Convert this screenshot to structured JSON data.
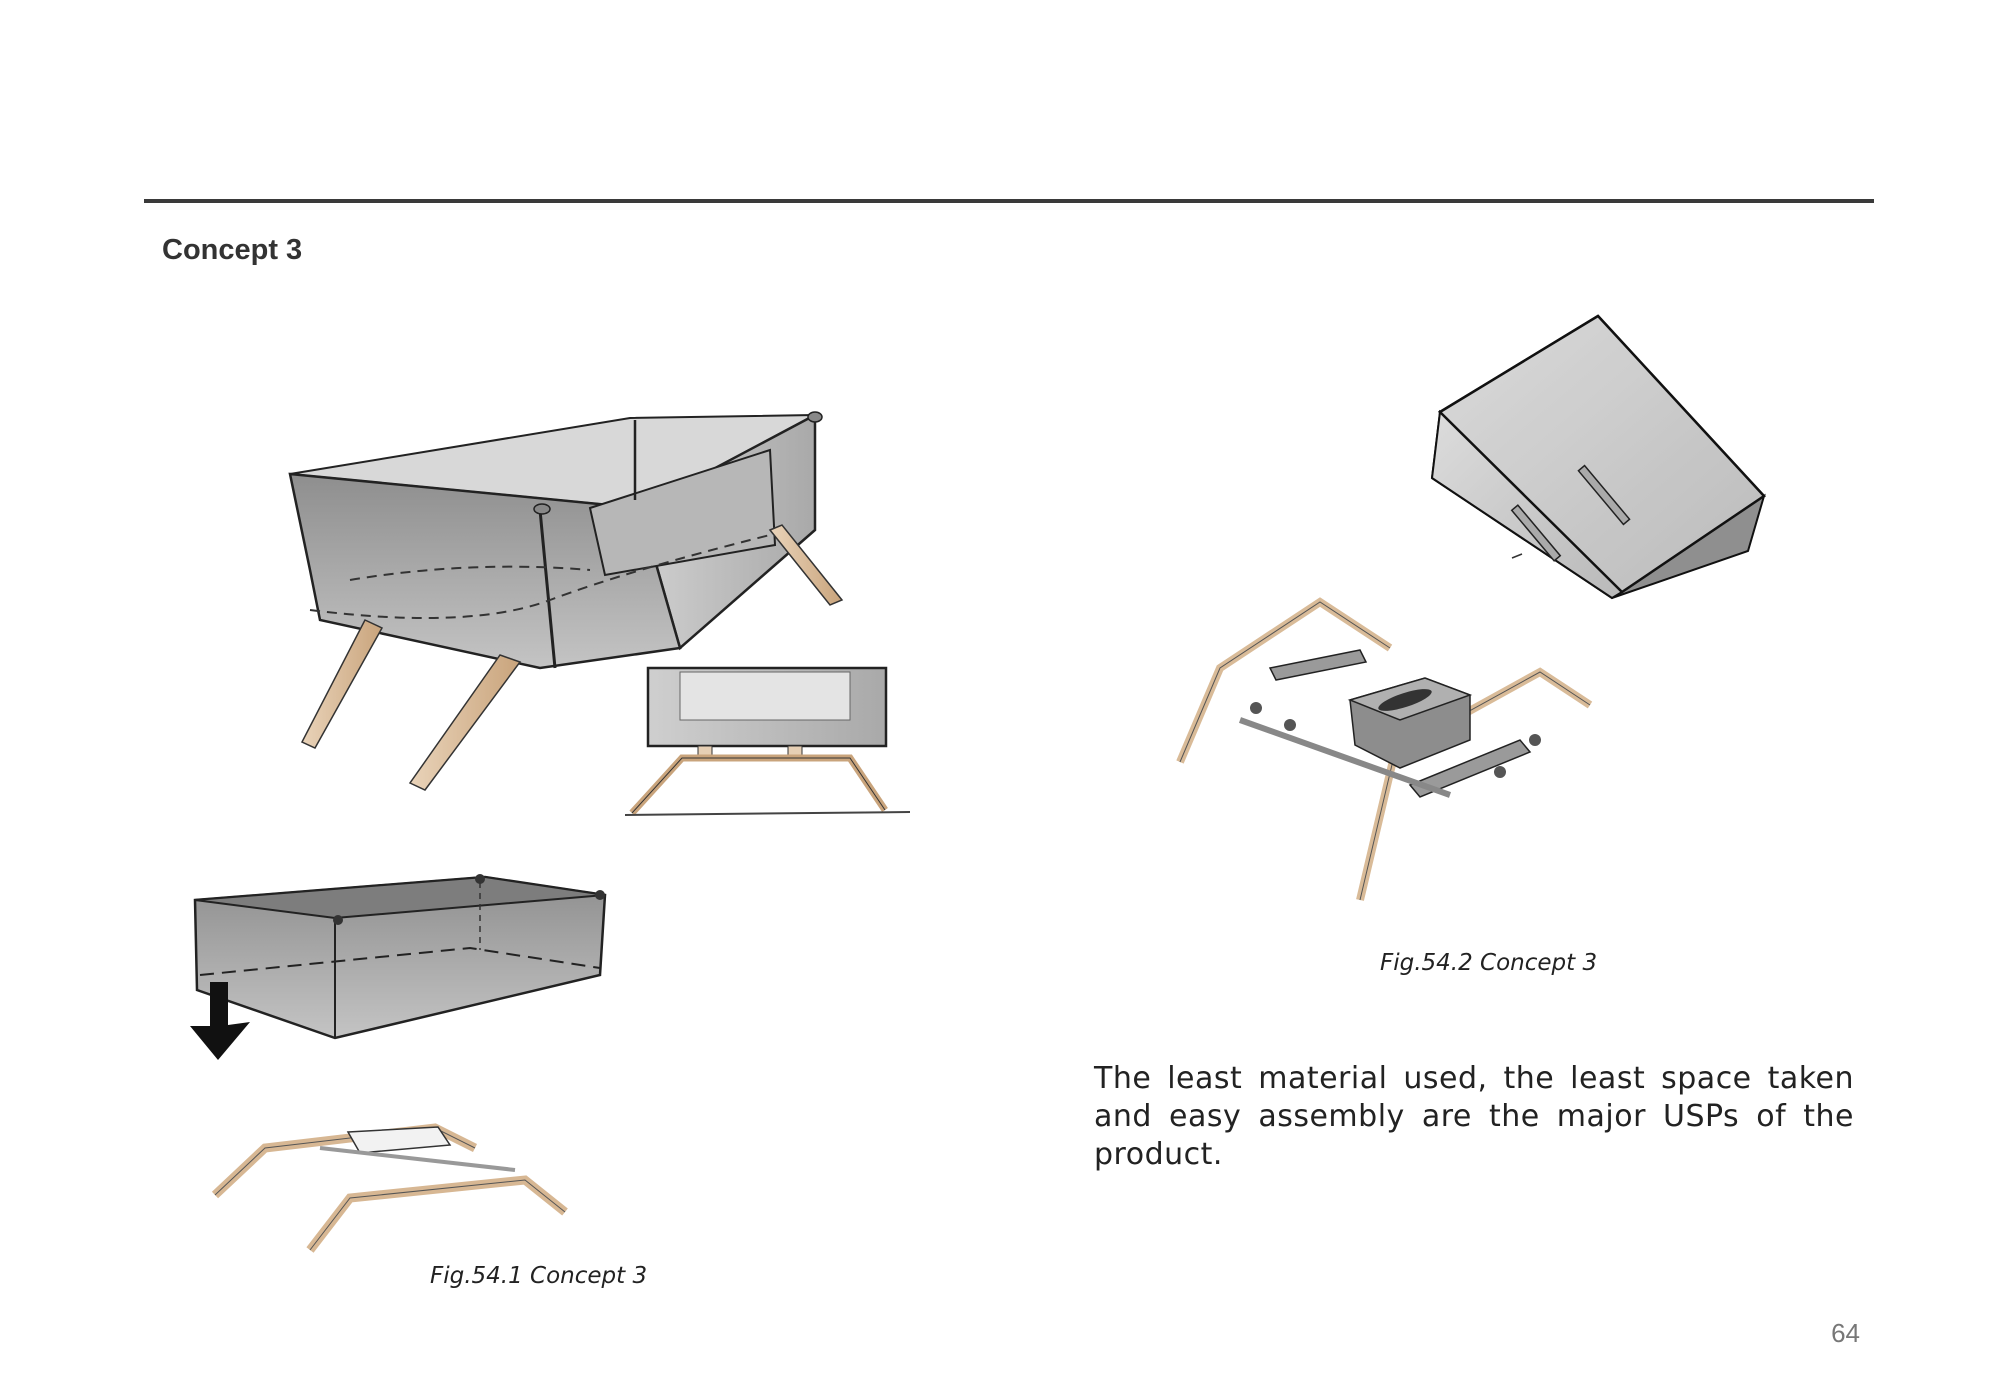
{
  "page": {
    "title": "Concept 3",
    "page_number": "64"
  },
  "figures": [
    {
      "caption": "Fig.54.1 Concept 3"
    },
    {
      "caption": "Fig.54.2 Concept 3"
    }
  ],
  "description": "The least material used, the least space taken and easy assembly are the major USPs of the product."
}
